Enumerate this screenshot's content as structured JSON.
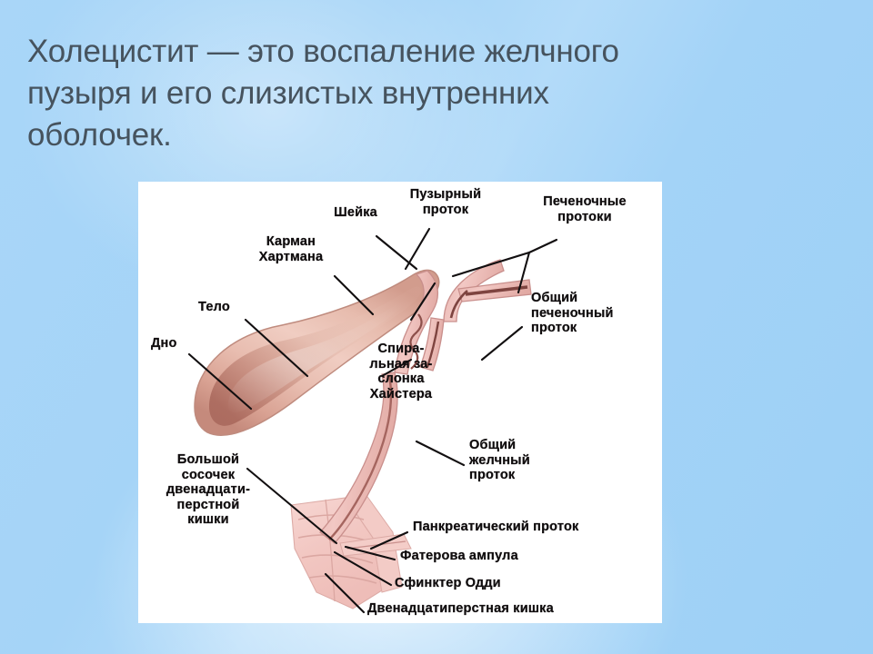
{
  "slide": {
    "background_color": "#a5d5f7",
    "title": "Холецистит — это воспаление желчного\nпузыря и его слизистых внутренних\nоболочек.",
    "title_color": "#46535e"
  },
  "diagram": {
    "panel_background": "#ffffff",
    "subject": "Желчный пузырь и желчевыводящие протоки",
    "organ_colors": {
      "duct_fill": "#f0c3c0",
      "duct_outline": "#c98f8c",
      "lumen": "#7e4440",
      "gallbladder_light": "#f3cdc6",
      "gallbladder_mid": "#d8a79c",
      "gallbladder_dark": "#a9685c",
      "duodenum": "#f5cfcb"
    },
    "labels": [
      {
        "id": "fundus",
        "text": "Дно",
        "align": "left"
      },
      {
        "id": "body",
        "text": "Тело",
        "align": "left"
      },
      {
        "id": "hartmann-pouch",
        "text": "Карман\nХартмана",
        "align": "center"
      },
      {
        "id": "neck",
        "text": "Шейка",
        "align": "center"
      },
      {
        "id": "cystic-duct",
        "text": "Пузырный\nпроток",
        "align": "center"
      },
      {
        "id": "hepatic-ducts",
        "text": "Печеночные\nпротоки",
        "align": "center"
      },
      {
        "id": "common-hepatic",
        "text": "Общий\nпеченочный\nпроток",
        "align": "left"
      },
      {
        "id": "heister-valve",
        "text": "Спира-\nльная за-\nслонка\nХайстера",
        "align": "center"
      },
      {
        "id": "common-bile-duct",
        "text": "Общий\nжелчный\nпроток",
        "align": "left"
      },
      {
        "id": "major-papilla",
        "text": "Большой\nсосочек\nдвенадцати-\nперстной\nкишки",
        "align": "center"
      },
      {
        "id": "pancreatic-duct",
        "text": "Панкреатический проток",
        "align": "left"
      },
      {
        "id": "vater-ampulla",
        "text": "Фатерова ампула",
        "align": "left"
      },
      {
        "id": "oddi-sphincter",
        "text": "Сфинктер Одди",
        "align": "left"
      },
      {
        "id": "duodenum",
        "text": "Двенадцатиперстная кишка",
        "align": "left"
      }
    ]
  }
}
